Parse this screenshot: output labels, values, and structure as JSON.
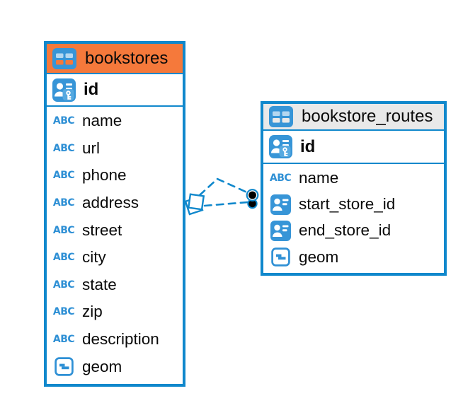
{
  "colors": {
    "accent_blue": "#1088cc",
    "icon_blue": "#3795d7",
    "key_badge_blue": "#56a9e0",
    "header_orange": "#f5793b",
    "header_gray": "#e9e9e9",
    "text": "#0a0a0a",
    "relationship_dot": "#000000"
  },
  "icon_glyphs": {
    "text_type": "ABC"
  },
  "tables": [
    {
      "title": "bookstores",
      "header_color_key": "header_orange",
      "header_icon": "table-icon",
      "primary_key": {
        "label": "id",
        "icon": "primary-key-icon"
      },
      "columns": [
        {
          "label": "name",
          "icon": "text-type-icon"
        },
        {
          "label": "url",
          "icon": "text-type-icon"
        },
        {
          "label": "phone",
          "icon": "text-type-icon"
        },
        {
          "label": "address",
          "icon": "text-type-icon"
        },
        {
          "label": "street",
          "icon": "text-type-icon"
        },
        {
          "label": "city",
          "icon": "text-type-icon"
        },
        {
          "label": "state",
          "icon": "text-type-icon"
        },
        {
          "label": "zip",
          "icon": "text-type-icon"
        },
        {
          "label": "description",
          "icon": "text-type-icon"
        },
        {
          "label": "geom",
          "icon": "object-type-icon"
        }
      ]
    },
    {
      "title": "bookstore_routes",
      "header_color_key": "header_gray",
      "header_icon": "table-icon",
      "primary_key": {
        "label": "id",
        "icon": "primary-key-icon"
      },
      "columns": [
        {
          "label": "name",
          "icon": "text-type-icon"
        },
        {
          "label": "start_store_id",
          "icon": "foreign-key-icon"
        },
        {
          "label": "end_store_id",
          "icon": "foreign-key-icon"
        },
        {
          "label": "geom",
          "icon": "object-type-icon"
        }
      ]
    }
  ],
  "relationships": [
    {
      "from": "bookstore_routes",
      "to": "bookstores",
      "style": "dashed"
    },
    {
      "from": "bookstore_routes",
      "to": "bookstores",
      "style": "dashed"
    }
  ]
}
